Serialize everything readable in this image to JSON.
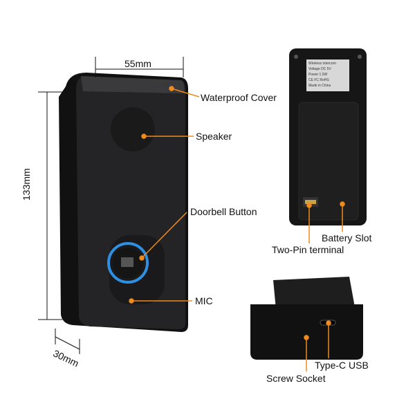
{
  "dimensions": {
    "width": "55mm",
    "height": "133mm",
    "depth": "30mm"
  },
  "callouts": {
    "waterproof_cover": "Waterproof Cover",
    "speaker": "Speaker",
    "doorbell_button": "Doorbell Button",
    "mic": "MIC",
    "battery_slot": "Battery Slot",
    "two_pin_terminal": "Two-Pin terminal",
    "type_c_usb": "Type-C USB",
    "screw_socket": "Screw Socket"
  },
  "rating_label": {
    "title": "Wireless intercom",
    "voltage": "Voltage  DC 5V",
    "power": "Power   1.5W",
    "marks": "CE FC RoHS",
    "origin": "Made in China"
  },
  "colors": {
    "accent": "#f08a1c",
    "device": "#1c1c1e",
    "ring": "#2f8fe0"
  }
}
